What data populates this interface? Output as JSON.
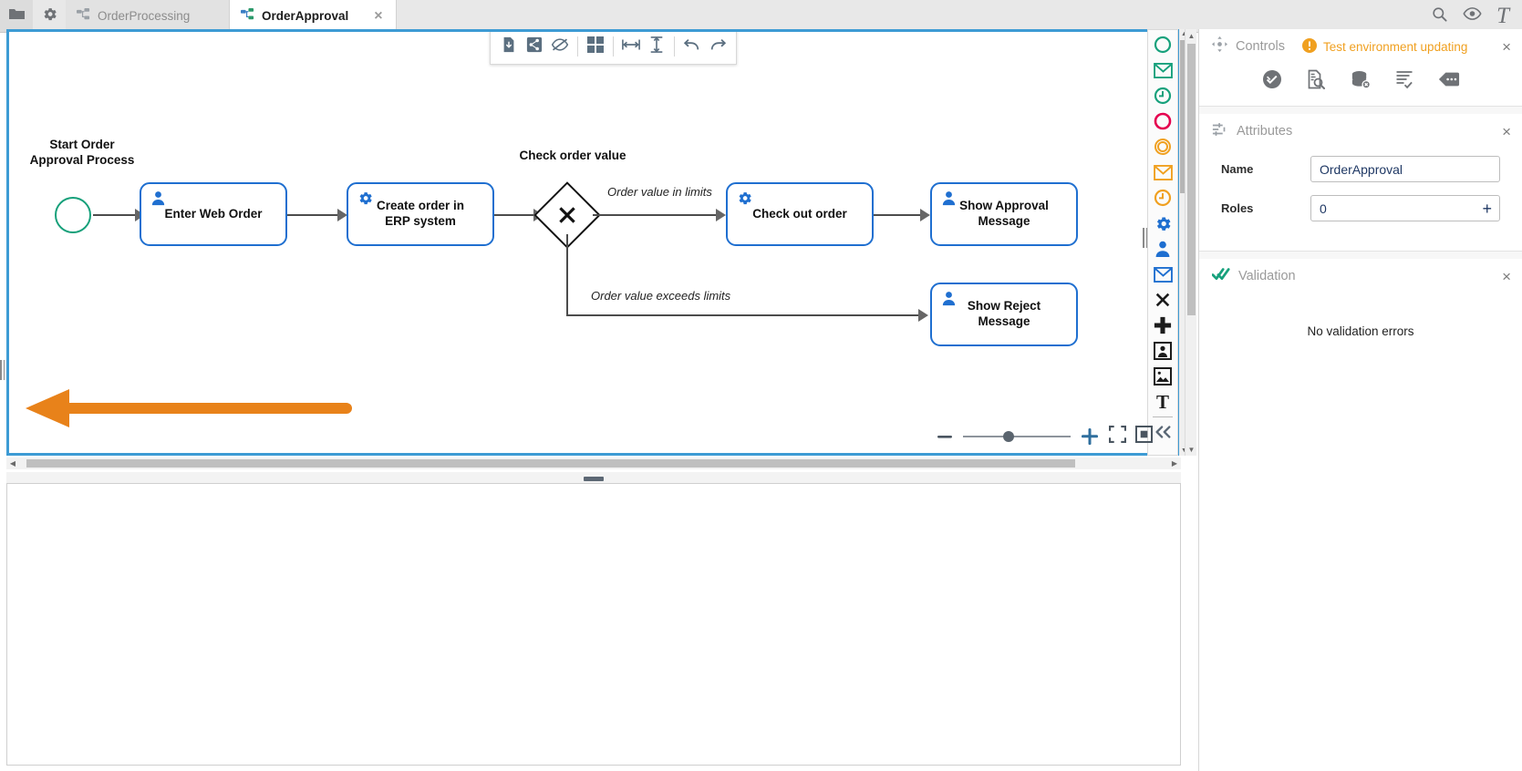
{
  "tabbar": {
    "folder_icon": "folder-icon",
    "settings_icon": "gear-icon",
    "tabs": [
      {
        "label": "OrderProcessing",
        "icon": "microflow-icon",
        "active": false
      },
      {
        "label": "OrderApproval",
        "icon": "microflow-icon",
        "active": true,
        "close": "×"
      }
    ],
    "right_icons": [
      "search-icon",
      "eye-icon",
      "text-icon"
    ]
  },
  "canvas_toolbar": {
    "buttons": [
      {
        "name": "export-icon",
        "title": "Export"
      },
      {
        "name": "share-icon",
        "title": "Share"
      },
      {
        "name": "hide-icon",
        "title": "Hide"
      },
      {
        "name": "grid-icon",
        "title": "Grid"
      },
      {
        "name": "fit-width-icon",
        "title": "Fit width"
      },
      {
        "name": "fit-height-icon",
        "title": "Fit height"
      },
      {
        "name": "undo-icon",
        "title": "Undo"
      },
      {
        "name": "redo-icon",
        "title": "Redo"
      }
    ]
  },
  "diagram": {
    "start_caption": "Start Order\nApproval Process",
    "start_caption_line1": "Start Order",
    "start_caption_line2": "Approval Process",
    "gateway_caption": "Check order value",
    "nodes": [
      {
        "id": "enter-web-order",
        "label": "Enter Web Order",
        "icon": "user-task-icon"
      },
      {
        "id": "create-order-erp",
        "label": "Create order in\nERP system",
        "line1": "Create order in",
        "line2": "ERP system",
        "icon": "service-task-icon"
      },
      {
        "id": "check-out-order",
        "label": "Check out order",
        "icon": "service-task-icon"
      },
      {
        "id": "show-approval-message",
        "label": "Show Approval\nMessage",
        "line1": "Show Approval",
        "line2": "Message",
        "icon": "user-task-icon"
      },
      {
        "id": "show-reject-message",
        "label": "Show Reject\nMessage",
        "line1": "Show Reject",
        "line2": "Message",
        "icon": "user-task-icon"
      }
    ],
    "flow_labels": [
      {
        "id": "flow-in-limits",
        "text": "Order value in limits"
      },
      {
        "id": "flow-exceeds-limits",
        "text": "Order value exceeds limits"
      }
    ],
    "annotation": {
      "name": "orange-annotation-arrow",
      "color": "#e8821a"
    }
  },
  "zoom_controls": {
    "minus": "−",
    "plus": "+",
    "fit_screen_icon": "fit-screen-icon",
    "actual_size_icon": "actual-size-icon",
    "slider_position_pct": 38
  },
  "palette": {
    "items": [
      {
        "name": "start-event-circle-icon",
        "color": "#17a17c"
      },
      {
        "name": "message-start-event-icon",
        "color": "#17a17c"
      },
      {
        "name": "timer-start-event-icon",
        "color": "#17a17c"
      },
      {
        "name": "end-event-icon",
        "color": "#e5004f"
      },
      {
        "name": "intermediate-event-icon",
        "color": "#f0a020"
      },
      {
        "name": "message-intermediate-event-icon",
        "color": "#f0a020"
      },
      {
        "name": "timer-intermediate-event-icon",
        "color": "#f0a020"
      },
      {
        "name": "service-task-icon",
        "color": "#1f6fd0"
      },
      {
        "name": "user-task-icon",
        "color": "#1f6fd0"
      },
      {
        "name": "send-message-task-icon",
        "color": "#1f6fd0"
      },
      {
        "name": "exclusive-gateway-icon",
        "color": "#1c1c1c"
      },
      {
        "name": "parallel-gateway-icon",
        "color": "#1c1c1c"
      },
      {
        "name": "user-form-icon",
        "color": "#1c1c1c"
      },
      {
        "name": "image-icon",
        "color": "#1c1c1c"
      },
      {
        "name": "text-annotation-icon",
        "color": "#1c1c1c"
      },
      {
        "name": "collapse-palette-icon",
        "color": "#5a6775"
      }
    ]
  },
  "right_panels": {
    "controls": {
      "title": "Controls",
      "icon": "controls-icon",
      "status": "Test environment updating",
      "status_icon": "warning-icon",
      "status_color": "#f0a020",
      "close": "×",
      "actions": [
        {
          "name": "validate-icon",
          "title": "Validate"
        },
        {
          "name": "inspect-document-icon",
          "title": "Inspect"
        },
        {
          "name": "clear-database-icon",
          "title": "Clear database"
        },
        {
          "name": "log-check-icon",
          "title": "Logs"
        },
        {
          "name": "more-options-icon",
          "title": "More"
        }
      ]
    },
    "attributes": {
      "title": "Attributes",
      "icon": "attributes-icon",
      "close": "×",
      "rows": [
        {
          "label": "Name",
          "value": "OrderApproval",
          "placeholder": "",
          "has_plus": false
        },
        {
          "label": "Roles",
          "value": "0",
          "placeholder": "",
          "has_plus": true,
          "plus": "+"
        }
      ]
    },
    "validation": {
      "title": "Validation",
      "icon": "validation-check-icon",
      "close": "×",
      "message": "No validation errors"
    }
  }
}
